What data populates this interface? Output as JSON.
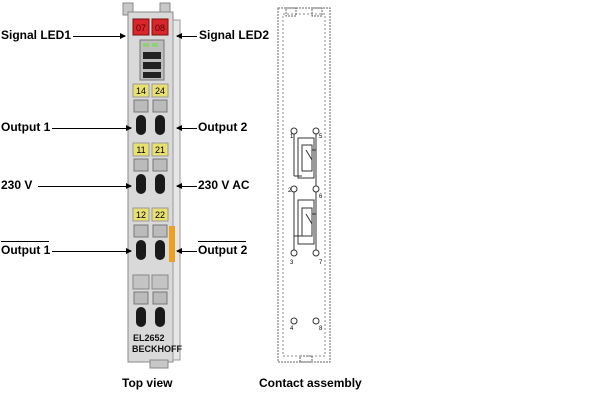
{
  "terminal": {
    "led_top": [
      "07",
      "08"
    ],
    "contact_rows": [
      [
        "14",
        "24"
      ],
      [
        "11",
        "21"
      ],
      [
        "12",
        "22"
      ]
    ],
    "model": "EL2652",
    "brand": "BECKHOFF",
    "colors": {
      "body": "#d6d6d6",
      "led_red": "#d9262a",
      "contact_yellow": "#e8e070",
      "side_orange": "#f0a020",
      "clamp_dark": "#1a1a1a"
    }
  },
  "labels": {
    "signal_led1": "Signal LED1",
    "signal_led2": "Signal LED2",
    "output1_top": "Output 1",
    "output2_top": "Output 2",
    "v230": "230 V",
    "v230ac": "230 V AC",
    "output1_bottom": "Output 1",
    "output2_bottom": "Output 2"
  },
  "captions": {
    "top_view": "Top view",
    "contact_assembly": "Contact assembly"
  },
  "contact_assembly": {
    "pins_left": [
      "1",
      "2",
      "3",
      "4"
    ],
    "pins_right": [
      "5",
      "6",
      "7",
      "8"
    ]
  }
}
